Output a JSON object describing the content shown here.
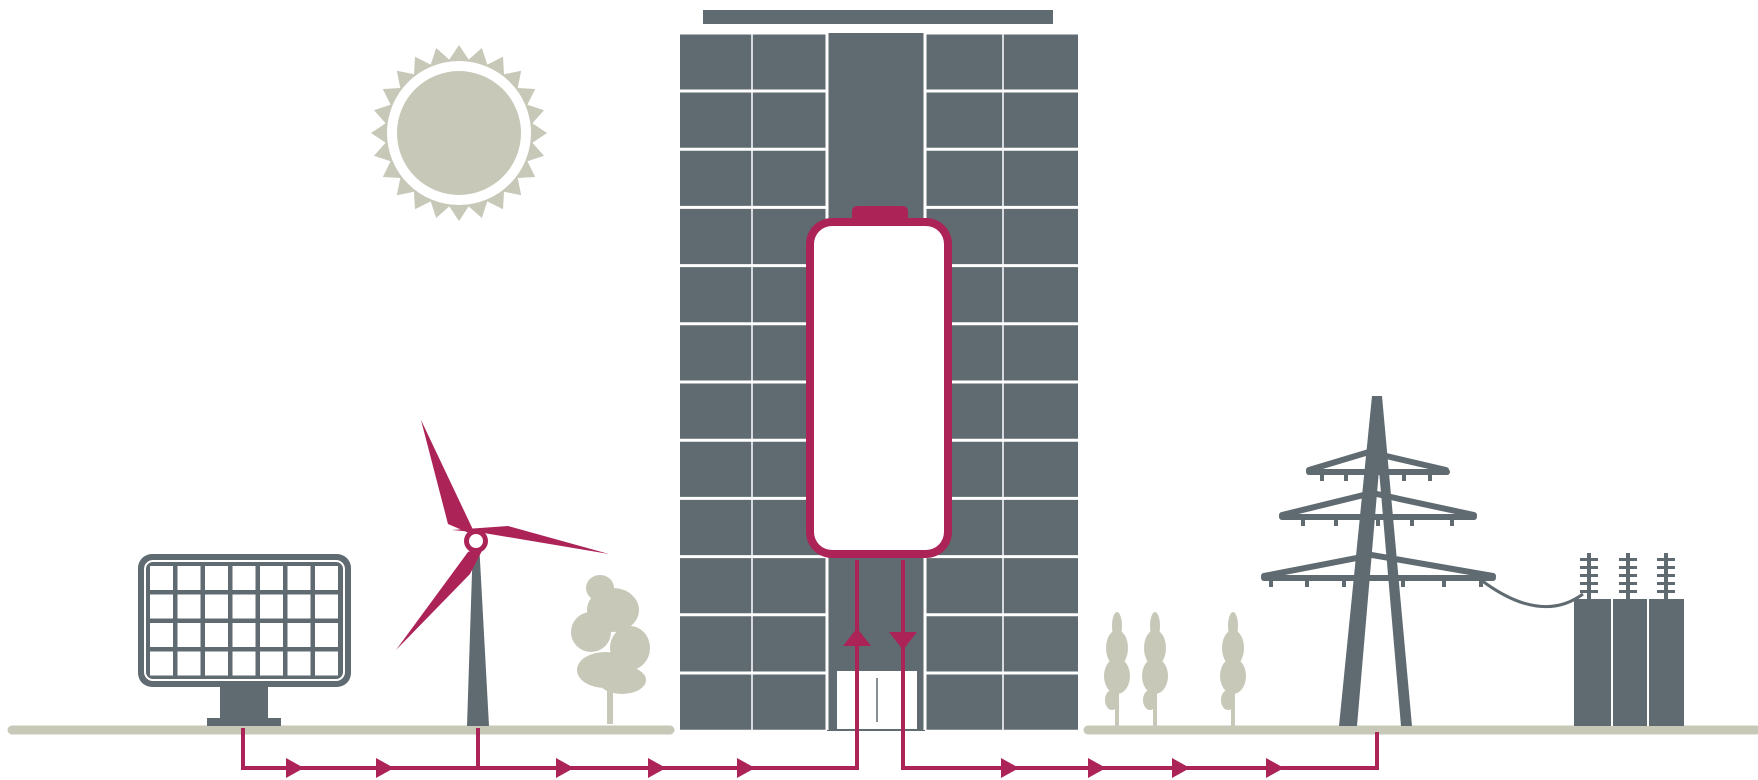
{
  "diagram": {
    "elements": {
      "sun": "sun-icon",
      "solar_panel": "solar-panel-icon",
      "wind_turbine": "wind-turbine-icon",
      "trees": "tree-icon",
      "building": "building-icon",
      "battery": "battery-icon",
      "pylon": "transmission-tower-icon",
      "transformer": "transformer-icon"
    },
    "flow_arrows": {
      "into_battery_direction": "up",
      "out_of_battery_direction": "down",
      "ground_line_arrow_direction": "right"
    },
    "colors": {
      "accent": "#ac2358",
      "building": "#5f6b71",
      "vegetation": "#c7c8b8",
      "ground": "#c7c8b8",
      "background": "#ffffff"
    }
  }
}
